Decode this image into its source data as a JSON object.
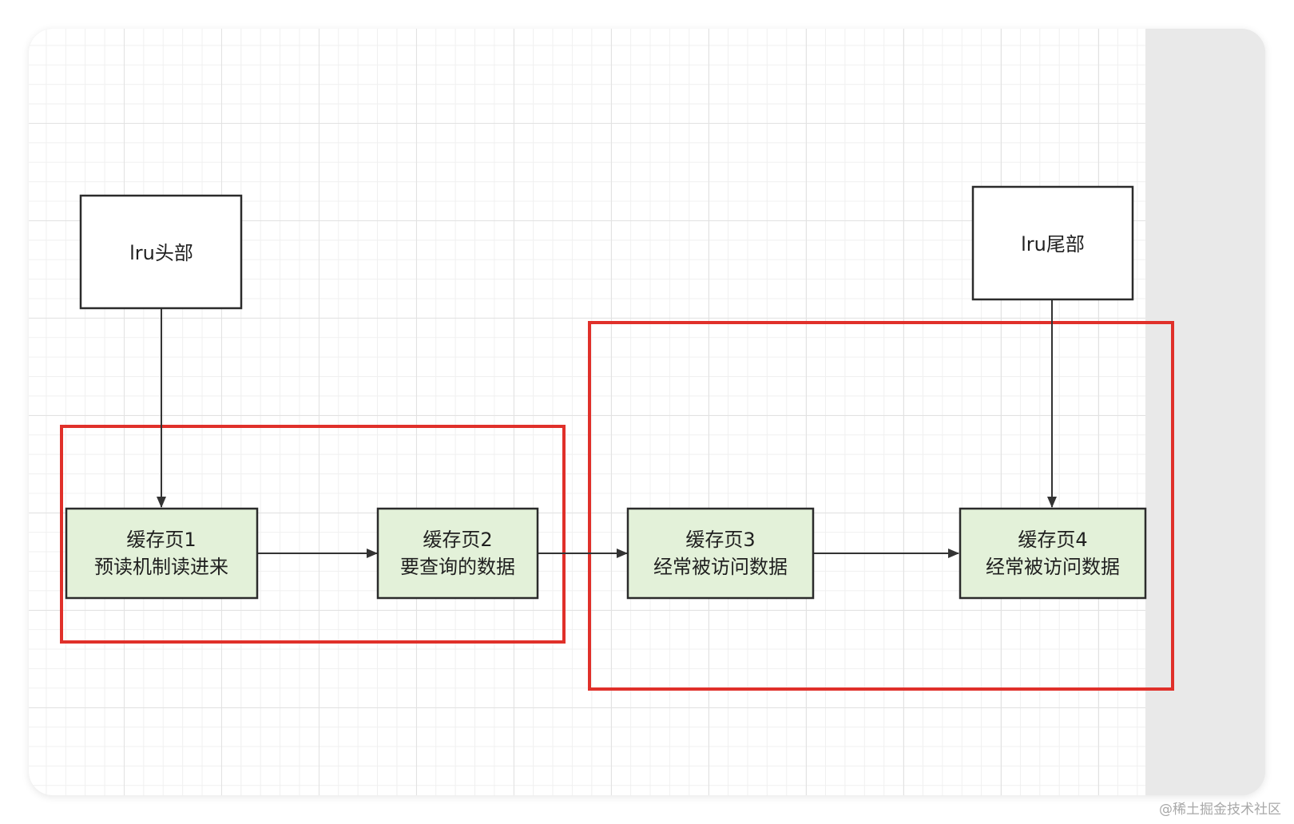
{
  "nodes": {
    "lru_head": {
      "label": "lru头部"
    },
    "lru_tail": {
      "label": "lru尾部"
    },
    "page1": {
      "line1": "缓存页1",
      "line2": "预读机制读进来"
    },
    "page2": {
      "line1": "缓存页2",
      "line2": "要查询的数据"
    },
    "page3": {
      "line1": "缓存页3",
      "line2": "经常被访问数据"
    },
    "page4": {
      "line1": "缓存页4",
      "line2": "经常被访问数据"
    }
  },
  "colors": {
    "page_fill": "#e3f1d9",
    "box_stroke": "#2b2b2b",
    "highlight": "#e0302a",
    "arrow": "#333333"
  },
  "watermark": "@稀土掘金技术社区"
}
